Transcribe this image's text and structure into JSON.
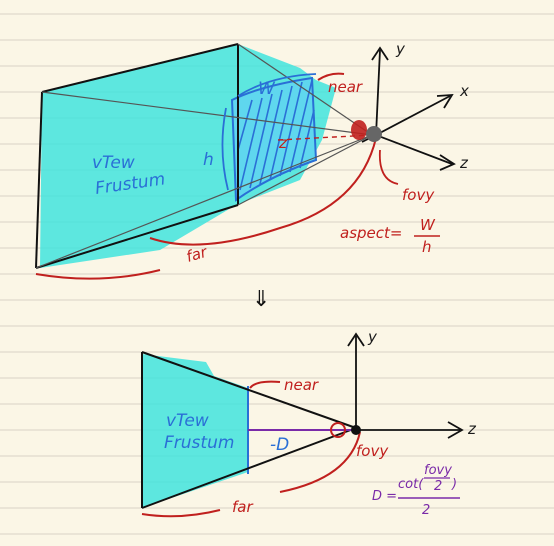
{
  "colors": {
    "paper": "#fbf6e6",
    "rule": "#d9d3c6",
    "cyan": "#39e3dd",
    "blue": "#2a6fd6",
    "red": "#c0201e",
    "purple": "#7a2aa8",
    "ink": "#111111"
  },
  "top": {
    "frustum_label_1": "vTew",
    "frustum_label_2": "Frustum",
    "w": "W",
    "h": "h",
    "z_mark": "z",
    "near": "near",
    "far": "far",
    "fovy": "fovy",
    "axis_y": "y",
    "axis_x": "x",
    "axis_z": "z",
    "aspect_lhs": "aspect=",
    "aspect_num": "W",
    "aspect_den": "h"
  },
  "arrow": "⇓",
  "bottom": {
    "frustum_label_1": "vTew",
    "frustum_label_2": "Frustum",
    "near": "near",
    "far": "far",
    "fovy": "fovy",
    "axis_y": "y",
    "axis_z": "z",
    "neg_d": "-D",
    "formula_lhs": "D =",
    "formula_cot": "cot(",
    "formula_fovy": "fovy",
    "formula_two_inner": "2",
    "formula_close": ")",
    "formula_two_outer": "2"
  }
}
